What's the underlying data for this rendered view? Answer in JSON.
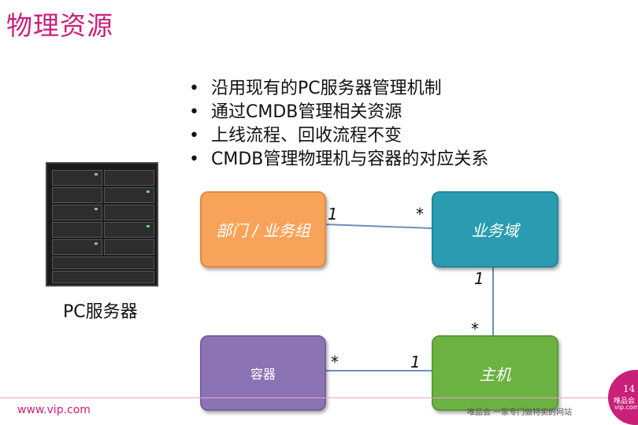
{
  "slide": {
    "title": "物理资源",
    "bullets": [
      "沿用现有的PC服务器管理机制",
      "通过CMDB管理相关资源",
      "上线流程、回收流程不变",
      "CMDB管理物理机与容器的对应关系"
    ],
    "bullet_glyph": "•",
    "server_image_label": "PC服务器"
  },
  "diagram": {
    "nodes": {
      "department": "部门 / 业务组",
      "business_domain": "业务域",
      "container": "容器",
      "host": "主机"
    },
    "multiplicities": {
      "dept_side": "1",
      "domain_side_from_dept": "*",
      "domain_side_to_host": "1",
      "host_side_from_domain": "*",
      "container_side": "*",
      "host_side_from_container": "1"
    },
    "colors": {
      "department": "#f8a35a",
      "business_domain": "#2a9bb1",
      "container": "#8c73b4",
      "host": "#6bb242",
      "connector": "#6b8fb8"
    }
  },
  "footer": {
    "url": "www.vip.com",
    "slogan": "唯品会 一家专门做特卖的网站",
    "page_number": "14",
    "badge_brand": "唯品会",
    "badge_url": "vip.com"
  }
}
